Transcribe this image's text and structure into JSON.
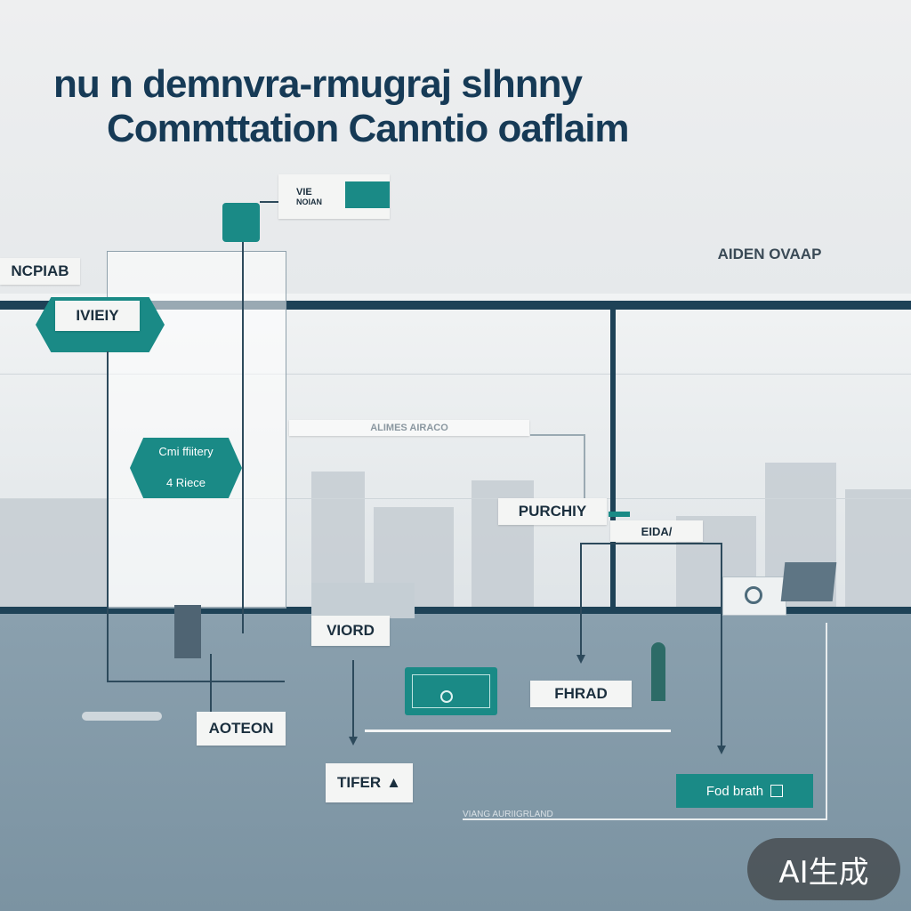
{
  "header": {
    "title_line1": "nu n demnvra-rmugraj slhnny",
    "title_line2": "Commttation Canntio oaflaim"
  },
  "labels": {
    "vie": "VIE",
    "vie_sub": "NOIAN",
    "ncpiab": "NCPIAB",
    "ivieiy": "IVIEIY",
    "aiden": "AIDEN OVAAP",
    "community": "Cmi ffiitery",
    "place": "4 Riece",
    "mid_bar": "ALIMES AIRACO",
    "purchiy": "PURCHIY",
    "eida": "EIDA/",
    "viord": "VIORD",
    "fhrad": "FHRAD",
    "aoteon": "AOTEON",
    "tifer": "TIFER",
    "food": "Fod brath",
    "footer": "VIANG AURIIGRLAND"
  },
  "badge": "AI生成",
  "colors": {
    "teal": "#1a8a86",
    "navy": "#163a56",
    "frame": "#1e4257"
  }
}
